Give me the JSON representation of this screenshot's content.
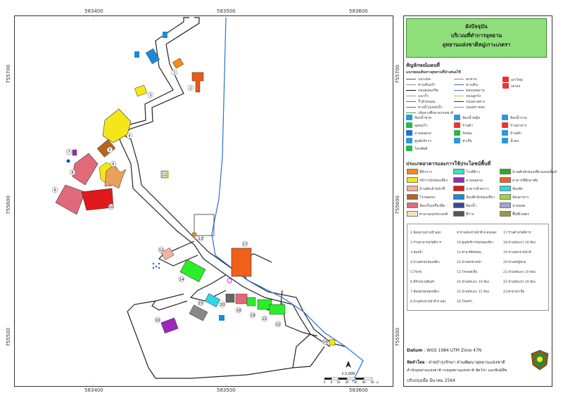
{
  "map": {
    "coords_top": [
      "583400",
      "583500",
      "583600"
    ],
    "coords_bottom": [
      "583400",
      "583500",
      "583600"
    ],
    "coords_left": [
      "755700",
      "755600",
      "755500"
    ],
    "coords_right": [
      "755700",
      "755600",
      "755500"
    ],
    "scale_label": "1:1,000",
    "scale_ticks": [
      "5",
      "0",
      "10",
      "20",
      "30",
      "40",
      "50"
    ],
    "scale_unit": "ม."
  },
  "title": {
    "line1": "ผังปัจจุบัน",
    "line2": "บริเวณที่ทำการอุทยาน",
    "line3": "อุทยานแห่งชาติหมู่เกาะเภตรา"
  },
  "legend": {
    "symbols_heading": "สัญลักษณ์แผนที่",
    "lines_heading": "แนวขอบเส้นทางอุทยานที่นำเสนอใช้",
    "line_items": [
      {
        "label": "แนวเขต",
        "color": "#555"
      },
      {
        "label": "ทางเดินเท้า",
        "color": "#aa8866"
      },
      {
        "label": "ถนนคอนกรีต",
        "color": "#111"
      },
      {
        "label": "แนวรั้ว",
        "color": "#999"
      },
      {
        "label": "รั้วตัวหนอน",
        "color": "#cc4444"
      },
      {
        "label": "ทางน้ำ/แหล่งน้ำ",
        "color": "#3a6fd8"
      },
      {
        "label": "เส้นทางศึกษาธรรมชาติ",
        "color": "#33aa33"
      },
      {
        "label": "สะพาน",
        "color": "#cc6666"
      },
      {
        "label": "ทางเดิน",
        "color": "#666"
      },
      {
        "label": "ขอบเขตงาน",
        "color": "#3a6fd8"
      },
      {
        "label": "ถนนลูกรัง",
        "color": "#ddaa44"
      },
      {
        "label": "ถนนลาดยาง",
        "color": "#333"
      },
      {
        "label": "ถนนทรายทะ",
        "color": "#888"
      }
    ],
    "point_items": [
      {
        "label": "เสาวิทยุ",
        "icon": "antenna-icon",
        "color": "#e33"
      },
      {
        "label": "เสาธง",
        "icon": "flag-icon",
        "color": "#e33"
      },
      {
        "label": "ห้องน้ำชาย",
        "icon": "toilet-male-icon",
        "color": "#2a9ad8"
      },
      {
        "label": "ห้องน้ำหญิง",
        "icon": "toilet-female-icon",
        "color": "#2a9ad8"
      },
      {
        "label": "ห้องน้ำรวม",
        "icon": "toilet-icon",
        "color": "#2a9ad8"
      },
      {
        "label": "จุดชมวิว",
        "icon": "viewpoint-icon",
        "color": "#2ab84a"
      },
      {
        "label": "ร้านค้า",
        "icon": "shop-icon",
        "color": "#e33"
      },
      {
        "label": "ร้านอาหาร",
        "icon": "restaurant-icon",
        "color": "#e33"
      },
      {
        "label": "ลานจอดรถ",
        "icon": "parking-icon",
        "color": "#2a6fd8"
      },
      {
        "label": "ถังขยะ",
        "icon": "trash-icon",
        "color": "#2ab84a"
      },
      {
        "label": "บ้านพัก",
        "icon": "house-icon",
        "color": "#2a9ad8"
      },
      {
        "label": "ศูนย์บริการ",
        "icon": "info-icon",
        "color": "#2a9ad8"
      },
      {
        "label": "ท่าเรือ",
        "icon": "pier-icon",
        "color": "#2a9ad8"
      },
      {
        "label": "น้ำตก",
        "icon": "waterfall-icon",
        "color": "#2a9ad8"
      },
      {
        "label": "โทรศัพท์",
        "icon": "phone-icon",
        "color": "#2ab84a"
      }
    ],
    "landuse_heading": "ประเภทอาคารและการใช้ประโยชน์พื้นที่",
    "landuse_items": [
      {
        "label": "ที่ทำการ",
        "color": "#f28a1a"
      },
      {
        "label": "บริการนักท่องเที่ยว",
        "color": "#f5e61a"
      },
      {
        "label": "บ้านพักเจ้าหน้าที่",
        "color": "#f5b0a0"
      },
      {
        "label": "โรงจอดรถ",
        "color": "#b5651d"
      },
      {
        "label": "ห้องเก็บเครื่องมือ",
        "color": "#e06a7a"
      },
      {
        "label": "ศาลาอเนกประสงค์",
        "color": "#f8dfb8"
      },
      {
        "label": "โรงสีข้าว",
        "color": "#3adfc8"
      },
      {
        "label": "ลานจอดรถ",
        "color": "#9a2ab8"
      },
      {
        "label": "อาคารชั่วคราว",
        "color": "#e01a1a"
      },
      {
        "label": "ห้องพักนักท่องเที่ยว",
        "color": "#1a8ad8"
      },
      {
        "label": "ห้องน้ำ",
        "color": "#3a4a9a"
      },
      {
        "label": "ที่ว่าง",
        "color": "#555555"
      },
      {
        "label": "บ้านพักนักท่องเที่ยวแบบเต็นท์",
        "color": "#2aaa2a"
      },
      {
        "label": "อาคารที่พักอาศัย",
        "color": "#f0601a"
      },
      {
        "label": "ห้องพัก",
        "color": "#2ad8e8"
      },
      {
        "label": "ห้องอาหาร",
        "color": "#9ad83a"
      },
      {
        "label": "ลานจอด",
        "color": "#a8a0d0"
      },
      {
        "label": "พื้นที่เกษตร",
        "color": "#9a9a3a"
      }
    ],
    "places": [
      "1.ป้อมยามทางเข้าออก",
      "2.ร้านอาหารสวัสดิการ",
      "3.ห้องน้ำ",
      "4.บ้านพักนักท่องเที่ยว",
      "5.โรงรถ",
      "6.ที่จำหน่ายสินค้า",
      "7.ห้องพักนักท่องเที่ยว",
      "8.บ้านพักเจ้าหน้าที่ 8 หลัง",
      "9.บ้านพักเจ้าหน้าที่ 8 คนหลัง",
      "10.ศูนย์บริการนักท่องเที่ยว",
      "11.ศาลาที่พักผ่อน",
      "12.บ้านพักหัวหน้า",
      "13.โรงจอดเรือ",
      "14.บ้านพักแถว 10 ห้อง",
      "15.บ้านพักแถว 12 ห้อง",
      "16.โรงครัว",
      "17.ร้านค้าสวัสดิการ",
      "18.บ้านพักแถว 10 ห้อง",
      "19.บ้านพักเจ้าหน้าที่",
      "20.บ้านพักผู้ช่วย",
      "21.บ้านพักแถว 10 ห้อง",
      "22.บ้านพักแถว 10 ห้อง",
      "23.ศาลาท่าเรือ"
    ]
  },
  "info": {
    "datum_label": "Datum",
    "datum_value": ": WGS 1984 UTM Zone 47N",
    "made_by_label": "จัดทำโดย",
    "made_by_value": ": ฝ่ายบำรุงรักษา ส่วนพัฒนาอุทยานแห่งชาติ",
    "office": "สำนักอุทยานแห่งชาติ  กรมอุทยานแห่งชาติ สัตว์ป่า และพันธุ์พืช",
    "updated": "ปรับปรุงเมื่อ มีนาคม 2564"
  },
  "building_numbers": [
    "1",
    "2",
    "3",
    "4",
    "5",
    "6",
    "7",
    "8",
    "9",
    "10",
    "11",
    "12",
    "13",
    "14",
    "15",
    "16",
    "17",
    "18",
    "19",
    "20",
    "21",
    "22",
    "23"
  ]
}
